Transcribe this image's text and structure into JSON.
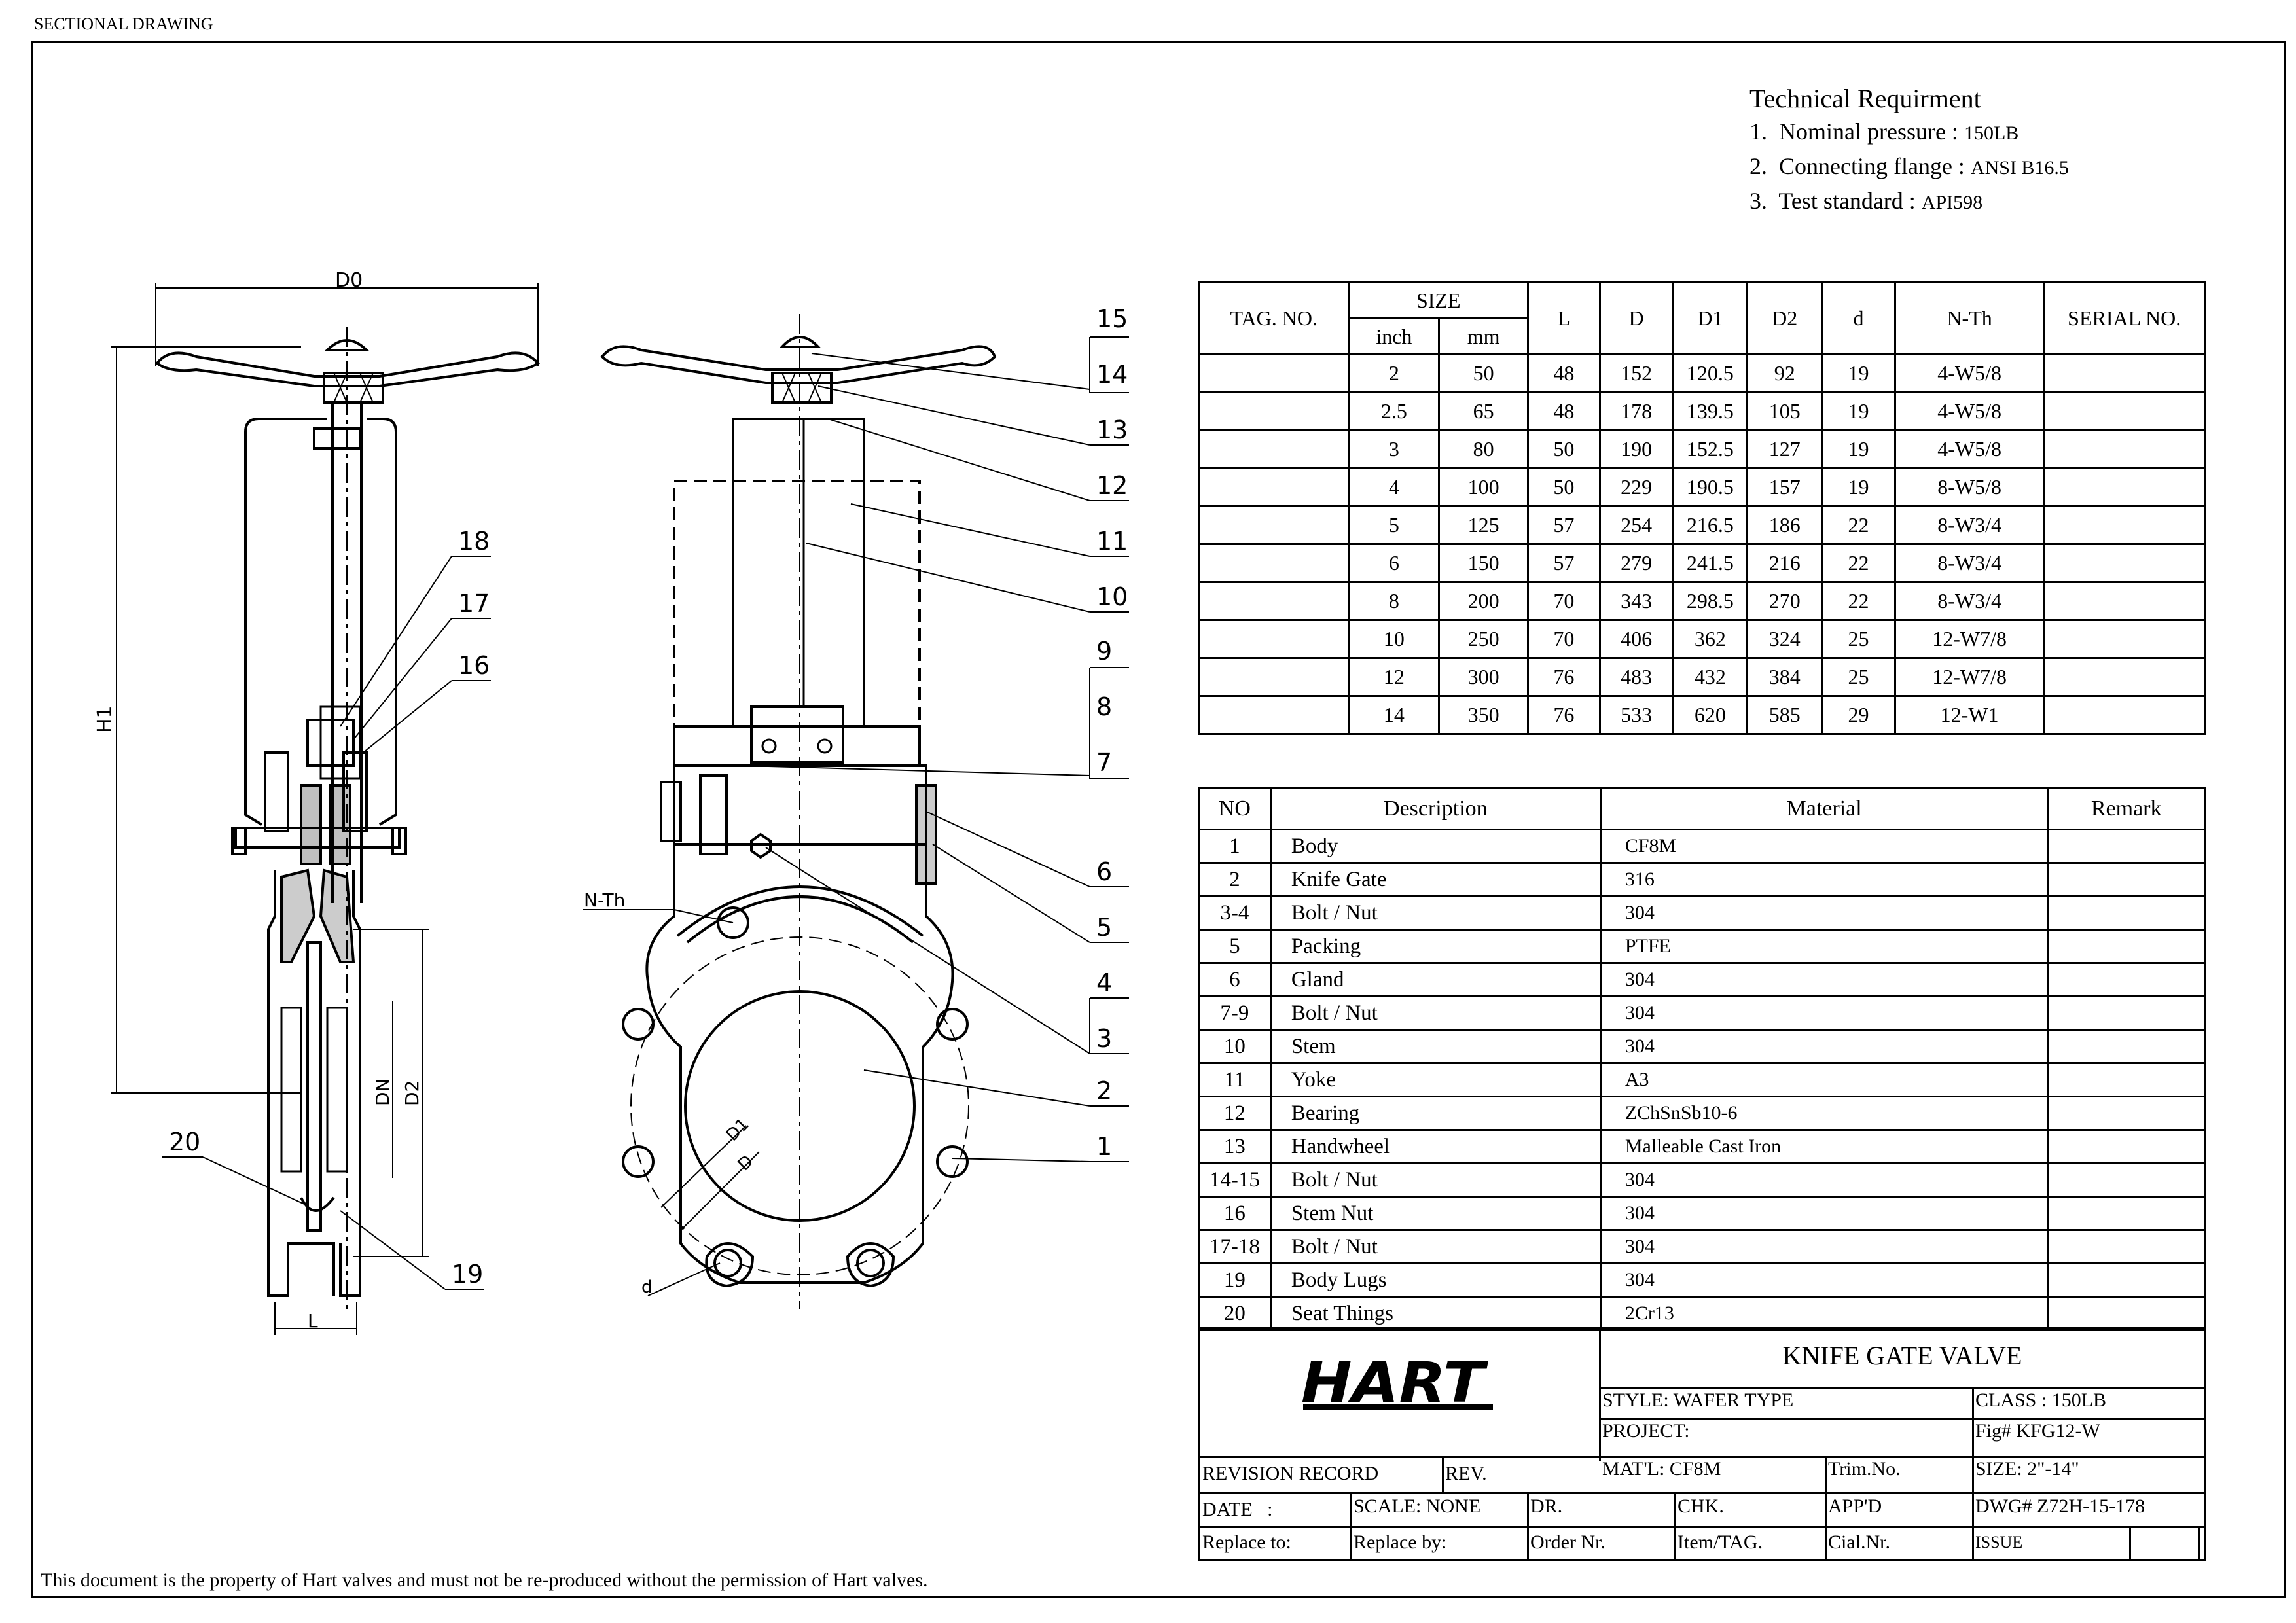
{
  "header": {
    "label": "SECTIONAL DRAWING"
  },
  "technical": {
    "title": "Technical Requirment",
    "items": [
      {
        "no": "1.",
        "label": "Nominal pressure :",
        "value": "150LB"
      },
      {
        "no": "2.",
        "label": "Connecting flange :",
        "value": "ANSI B16.5"
      },
      {
        "no": "3.",
        "label": "Test standard :",
        "value": "API598"
      }
    ]
  },
  "size_table": {
    "headers": {
      "tag": "TAG. NO.",
      "size": "SIZE",
      "inch": "inch",
      "mm": "mm",
      "L": "L",
      "D": "D",
      "D1": "D1",
      "D2": "D2",
      "d": "d",
      "nth": "N-Th",
      "serial": "SERIAL NO."
    },
    "rows": [
      [
        "2",
        "50",
        "48",
        "152",
        "120.5",
        "92",
        "19",
        "4-W5/8"
      ],
      [
        "2.5",
        "65",
        "48",
        "178",
        "139.5",
        "105",
        "19",
        "4-W5/8"
      ],
      [
        "3",
        "80",
        "50",
        "190",
        "152.5",
        "127",
        "19",
        "4-W5/8"
      ],
      [
        "4",
        "100",
        "50",
        "229",
        "190.5",
        "157",
        "19",
        "8-W5/8"
      ],
      [
        "5",
        "125",
        "57",
        "254",
        "216.5",
        "186",
        "22",
        "8-W3/4"
      ],
      [
        "6",
        "150",
        "57",
        "279",
        "241.5",
        "216",
        "22",
        "8-W3/4"
      ],
      [
        "8",
        "200",
        "70",
        "343",
        "298.5",
        "270",
        "22",
        "8-W3/4"
      ],
      [
        "10",
        "250",
        "70",
        "406",
        "362",
        "324",
        "25",
        "12-W7/8"
      ],
      [
        "12",
        "300",
        "76",
        "483",
        "432",
        "384",
        "25",
        "12-W7/8"
      ],
      [
        "14",
        "350",
        "76",
        "533",
        "620",
        "585",
        "29",
        "12-W1"
      ]
    ]
  },
  "materials": {
    "headers": {
      "no": "NO",
      "description": "Description",
      "material": "Material",
      "remark": "Remark"
    },
    "rows": [
      [
        "1",
        "Body",
        "CF8M"
      ],
      [
        "2",
        "Knife Gate",
        "316"
      ],
      [
        "3-4",
        "Bolt / Nut",
        "304"
      ],
      [
        "5",
        "Packing",
        "PTFE"
      ],
      [
        "6",
        "Gland",
        "304"
      ],
      [
        "7-9",
        "Bolt / Nut",
        "304"
      ],
      [
        "10",
        "Stem",
        "304"
      ],
      [
        "11",
        "Yoke",
        "A3"
      ],
      [
        "12",
        "Bearing",
        "ZChSnSb10-6"
      ],
      [
        "13",
        "Handwheel",
        "Malleable Cast Iron"
      ],
      [
        "14-15",
        "Bolt / Nut",
        "304"
      ],
      [
        "16",
        "Stem Nut",
        "304"
      ],
      [
        "17-18",
        "Bolt / Nut",
        "304"
      ],
      [
        "19",
        "Body Lugs",
        "304"
      ],
      [
        "20",
        "Seat Things",
        "2Cr13"
      ]
    ]
  },
  "title_block": {
    "logo": "HART",
    "product": "KNIFE GATE VALVE",
    "style": "STYLE: WAFER TYPE",
    "class": "CLASS : 150LB",
    "project": "PROJECT:",
    "fig": "Fig# KFG12-W",
    "revision_record": "REVISION RECORD",
    "rev": "REV.",
    "matl": "MAT'L: CF8M",
    "trim": "Trim.No.",
    "size": "SIZE: 2\"-14\"",
    "date": "DATE",
    "date_colon": ":",
    "scale": "SCALE: NONE",
    "dr": "DR.",
    "chk": "CHK.",
    "appd": "APP'D",
    "dwg": "DWG#  Z72H-15-178",
    "replace_to": "Replace to:",
    "replace_by": "Replace by:",
    "order": "Order Nr.",
    "item": "Item/TAG.",
    "cial": "Cial.Nr.",
    "issue": "ISSUE"
  },
  "drawing_labels": {
    "d0": "D0",
    "h1": "H1",
    "dn": "DN",
    "d2": "D2",
    "l": "L",
    "nth": "N-Th",
    "d1": "D1",
    "d": "D",
    "small_d": "d"
  },
  "callouts": [
    "15",
    "14",
    "13",
    "12",
    "11",
    "10",
    "9",
    "8",
    "7",
    "6",
    "5",
    "4",
    "3",
    "2",
    "1",
    "18",
    "17",
    "16",
    "20",
    "19"
  ],
  "footer": "This document is the property of Hart valves and must not be re-produced without the permission of Hart valves."
}
